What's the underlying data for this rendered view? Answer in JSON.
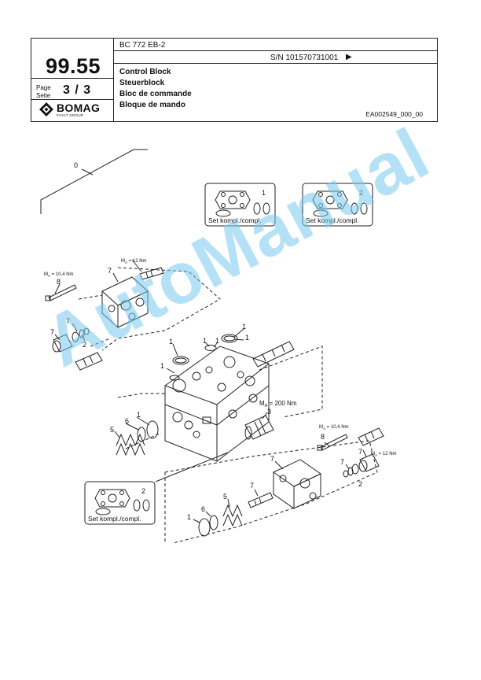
{
  "header": {
    "page_number": "99.55",
    "page_label_1": "Page",
    "page_label_2": "Seite",
    "page_count": "3 / 3",
    "logo_text": "BOMAG",
    "logo_subtext": "FAYAT GROUP",
    "model": "BC 772 EB-2",
    "serial": "S/N 101570731001",
    "serial_arrow": "▶",
    "titles": [
      "Control Block",
      "Steuerblock",
      "Bloc de commande",
      "Bloque de mando"
    ],
    "doc_ref": "EA002549_000_00"
  },
  "drawing": {
    "set_label": "Set kompl./compl.",
    "set1_number": "1",
    "set2_number": "2",
    "set3_number": "2",
    "torque_12a": "12 Nm",
    "torque_10a": "10,4 Nm",
    "torque_200": "200 Nm",
    "torque_10b": "10,4 Nm",
    "torque_12b": "12 Nm",
    "torque_symbol": "M",
    "torque_sub": "A",
    "eq": " = ",
    "callouts": {
      "c0": "0",
      "c7a": "7",
      "c8a": "8",
      "c7b": "7",
      "c7c": "7",
      "c2a": "2",
      "c1a": "1",
      "c1b": "1",
      "c1c": "1",
      "c1d": "1",
      "c1e": "1",
      "c1f": "1",
      "c3": "3",
      "c6a": "6",
      "c5a": "5",
      "c1g": "1",
      "c8b": "8",
      "c7d": "7",
      "c7e": "7",
      "c7f": "7",
      "c2b": "2",
      "c7g": "7",
      "c5b": "5",
      "c6b": "6",
      "c1h": "1"
    }
  },
  "watermark": "AutoManual",
  "colors": {
    "watermark": "#78C8F0",
    "line": "#222222"
  }
}
